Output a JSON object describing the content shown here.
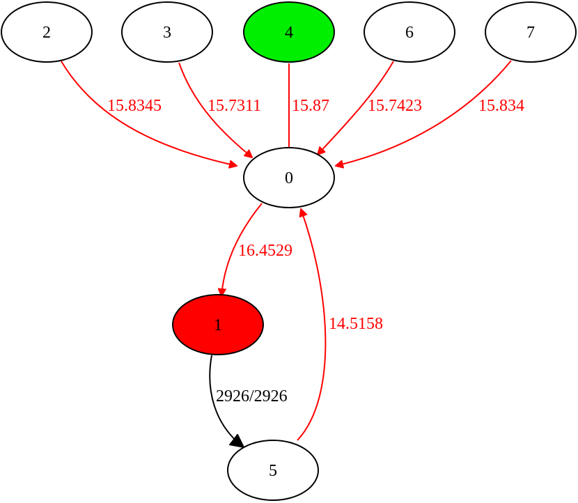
{
  "nodes": [
    {
      "id": "2",
      "label": "2",
      "fill": "#ffffff"
    },
    {
      "id": "3",
      "label": "3",
      "fill": "#ffffff"
    },
    {
      "id": "4",
      "label": "4",
      "fill": "#00ee00"
    },
    {
      "id": "6",
      "label": "6",
      "fill": "#ffffff"
    },
    {
      "id": "7",
      "label": "7",
      "fill": "#ffffff"
    },
    {
      "id": "0",
      "label": "0",
      "fill": "#ffffff"
    },
    {
      "id": "1",
      "label": "1",
      "fill": "#ff0000"
    },
    {
      "id": "5",
      "label": "5",
      "fill": "#ffffff"
    }
  ],
  "edges": [
    {
      "from": "2",
      "to": "0",
      "label": "15.8345",
      "color": "#ff0000"
    },
    {
      "from": "3",
      "to": "0",
      "label": "15.7311",
      "color": "#ff0000"
    },
    {
      "from": "4",
      "to": "0",
      "label": "15.87",
      "color": "#ff0000"
    },
    {
      "from": "6",
      "to": "0",
      "label": "15.7423",
      "color": "#ff0000"
    },
    {
      "from": "7",
      "to": "0",
      "label": "15.834",
      "color": "#ff0000"
    },
    {
      "from": "0",
      "to": "1",
      "label": "16.4529",
      "color": "#ff0000"
    },
    {
      "from": "1",
      "to": "5",
      "label": "2926/2926",
      "color": "#000000"
    },
    {
      "from": "5",
      "to": "0",
      "label": "14.5158",
      "color": "#ff0000"
    }
  ]
}
